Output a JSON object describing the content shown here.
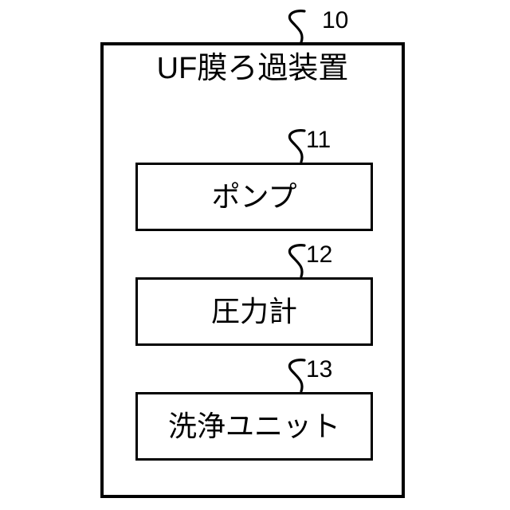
{
  "figure": {
    "background_color": "#ffffff",
    "line_color": "#000000",
    "enclosure": {
      "title": "UF膜ろ過装置",
      "reference_numeral": "10"
    },
    "components": [
      {
        "label": "ポンプ",
        "reference_numeral": "11",
        "semantic_name": "pump"
      },
      {
        "label": "圧力計",
        "reference_numeral": "12",
        "semantic_name": "pressure-gauge"
      },
      {
        "label": "洗浄ユニット",
        "reference_numeral": "13",
        "semantic_name": "cleaning-unit"
      }
    ],
    "leader_icon_name": "leader-squiggle-icon"
  }
}
